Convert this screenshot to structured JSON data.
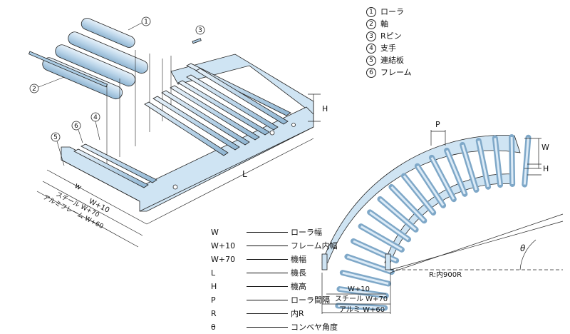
{
  "parts": [
    {
      "num": "1",
      "label": "ローラ"
    },
    {
      "num": "2",
      "label": "軸"
    },
    {
      "num": "3",
      "label": "Rピン"
    },
    {
      "num": "4",
      "label": "支手"
    },
    {
      "num": "5",
      "label": "連結板"
    },
    {
      "num": "6",
      "label": "フレーム"
    }
  ],
  "callouts": [
    "1",
    "2",
    "3",
    "4",
    "5",
    "6"
  ],
  "straight_dims": {
    "w": "w",
    "steel": "スチール W+70",
    "inner": "W+10",
    "alu": "アルミフレーム W+60",
    "L": "L",
    "H": "H"
  },
  "curve_dims": {
    "P": "P",
    "W": "W",
    "H": "H",
    "theta": "θ",
    "radius": "R:内900R",
    "inner": "W+10",
    "steel": "スチール W+70",
    "alu": "アルミ W+60"
  },
  "dim_table": [
    {
      "sym": "W",
      "desc": "ローラ幅"
    },
    {
      "sym": "W+10",
      "desc": "フレーム内幅"
    },
    {
      "sym": "W+70",
      "desc": "機幅"
    },
    {
      "sym": "L",
      "desc": "機長"
    },
    {
      "sym": "H",
      "desc": "機高"
    },
    {
      "sym": "P",
      "desc": "ローラ間隔"
    },
    {
      "sym": "R",
      "desc": "内R"
    },
    {
      "sym": "θ",
      "desc": "コンベヤ角度"
    }
  ],
  "colors": {
    "frame": "#cfe4f3",
    "roller": "#bcd6ea",
    "line": "#222222"
  }
}
